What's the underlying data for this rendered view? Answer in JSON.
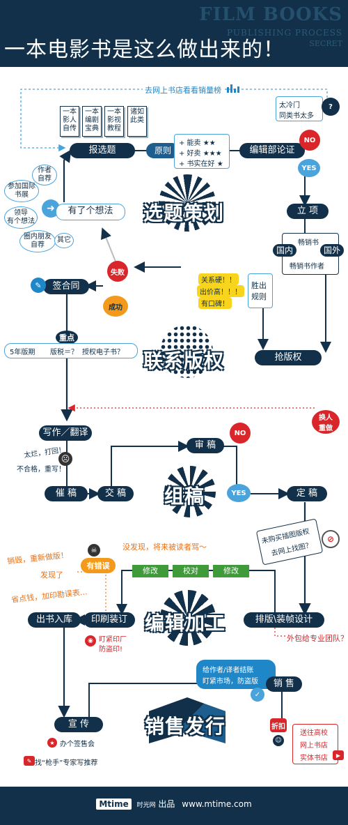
{
  "header": {
    "bg_line1": "FILM BOOKS",
    "bg_line2": "PUBLISHING PROCESS",
    "bg_line3": "SECRET",
    "title": "一本电影书是这么做出来的！"
  },
  "top_loop": {
    "label": "去网上书店看看销量榜"
  },
  "too_niche": {
    "line1": "太冷门",
    "line2": "同类书太多"
  },
  "categories": [
    {
      "line1": "一本",
      "line2": "影人",
      "line3": "自传"
    },
    {
      "line1": "一本",
      "line2": "编剧",
      "line3": "宝典"
    },
    {
      "line1": "一本",
      "line2": "影视",
      "line3": "教程"
    },
    {
      "line1": "诸如",
      "line2": "此类",
      "line3": ""
    }
  ],
  "principles": {
    "label": "原则",
    "items": [
      "+ 能卖 ★★",
      "+ 好卖 ★★★",
      "+ 书实在好 ★"
    ]
  },
  "nodes": {
    "submit_topic": "报选题",
    "editorial_debate": "编辑部论证",
    "have_idea": "有了个想法",
    "approve": "立 项",
    "sign_contract": "签合同",
    "bid_rights": "抢版权",
    "write_translate": "写作／翻译",
    "review": "审 稿",
    "urge": "催 稿",
    "submit": "交 稿",
    "finalize": "定 稿",
    "warehouse": "出书入库",
    "printing": "印刷装订",
    "typeset": "排版\\装帧设计",
    "sales": "销 售",
    "promo": "宣 传"
  },
  "sections": {
    "s1": "选题策划",
    "s2": "联系版权",
    "s3": "组稿",
    "s4": "编辑加工",
    "s5": "销售发行"
  },
  "idea_sources": [
    {
      "line1": "作者",
      "line2": "自荐"
    },
    {
      "line1": "参加国际",
      "line2": "书展"
    },
    {
      "line1": "领导",
      "line2": "有个想法"
    },
    {
      "line1": "圈内朋友",
      "line2": "自荐"
    },
    {
      "line1": "其它",
      "line2": ""
    }
  ],
  "decisions": {
    "no": "NO",
    "yes": "YES",
    "fail": "失败",
    "success": "成功"
  },
  "bestseller": {
    "top": "畅销书",
    "domestic": "国内",
    "foreign": "国外",
    "author": "畅销书作者"
  },
  "win_rules": {
    "label_line1": "胜出",
    "label_line2": "规则",
    "items": [
      "关系硬！！",
      "出价高！！！",
      "有口碑！"
    ]
  },
  "key_points": {
    "label": "重点",
    "items": [
      "5年版期",
      "版税＝？",
      "授权电子书？"
    ]
  },
  "redo": {
    "line1": "换人",
    "line2": "重做"
  },
  "writer_excuses": {
    "line1": "太烂，打回！",
    "line2": "不合格，重写！"
  },
  "illustration": {
    "line1": "未购买插图版权",
    "line2": "去网上找图？"
  },
  "errors": {
    "label": "有错误",
    "not_found": "没发现，将来被读者骂～",
    "found": "发现了",
    "destroy": "销毁，重新做版！",
    "save": "省点钱，加印勘误表..."
  },
  "edit_steps": [
    "修改",
    "校对",
    "修改"
  ],
  "printer": {
    "line1": "盯紧印厂",
    "line2": "防盗印!"
  },
  "outsource": "外包给专业团队？",
  "settle": [
    "给作者/译者结账",
    "盯紧市场，防盗版"
  ],
  "discount": {
    "label": "折扣",
    "channels": [
      "送往高校",
      "网上书店",
      "实体书店"
    ]
  },
  "promo_items": [
    "办个签售会",
    "找“枪手”专家写推荐"
  ],
  "footer": {
    "logo": "Mtime",
    "logo_sub": "时光网",
    "made": "出品",
    "url": "www.mtime.com"
  },
  "colors": {
    "navy": "#123049",
    "blue": "#4aa3db",
    "red": "#d8262b",
    "orange": "#f39a1c",
    "green": "#3f9a3a",
    "yellow": "#f9d41d"
  }
}
